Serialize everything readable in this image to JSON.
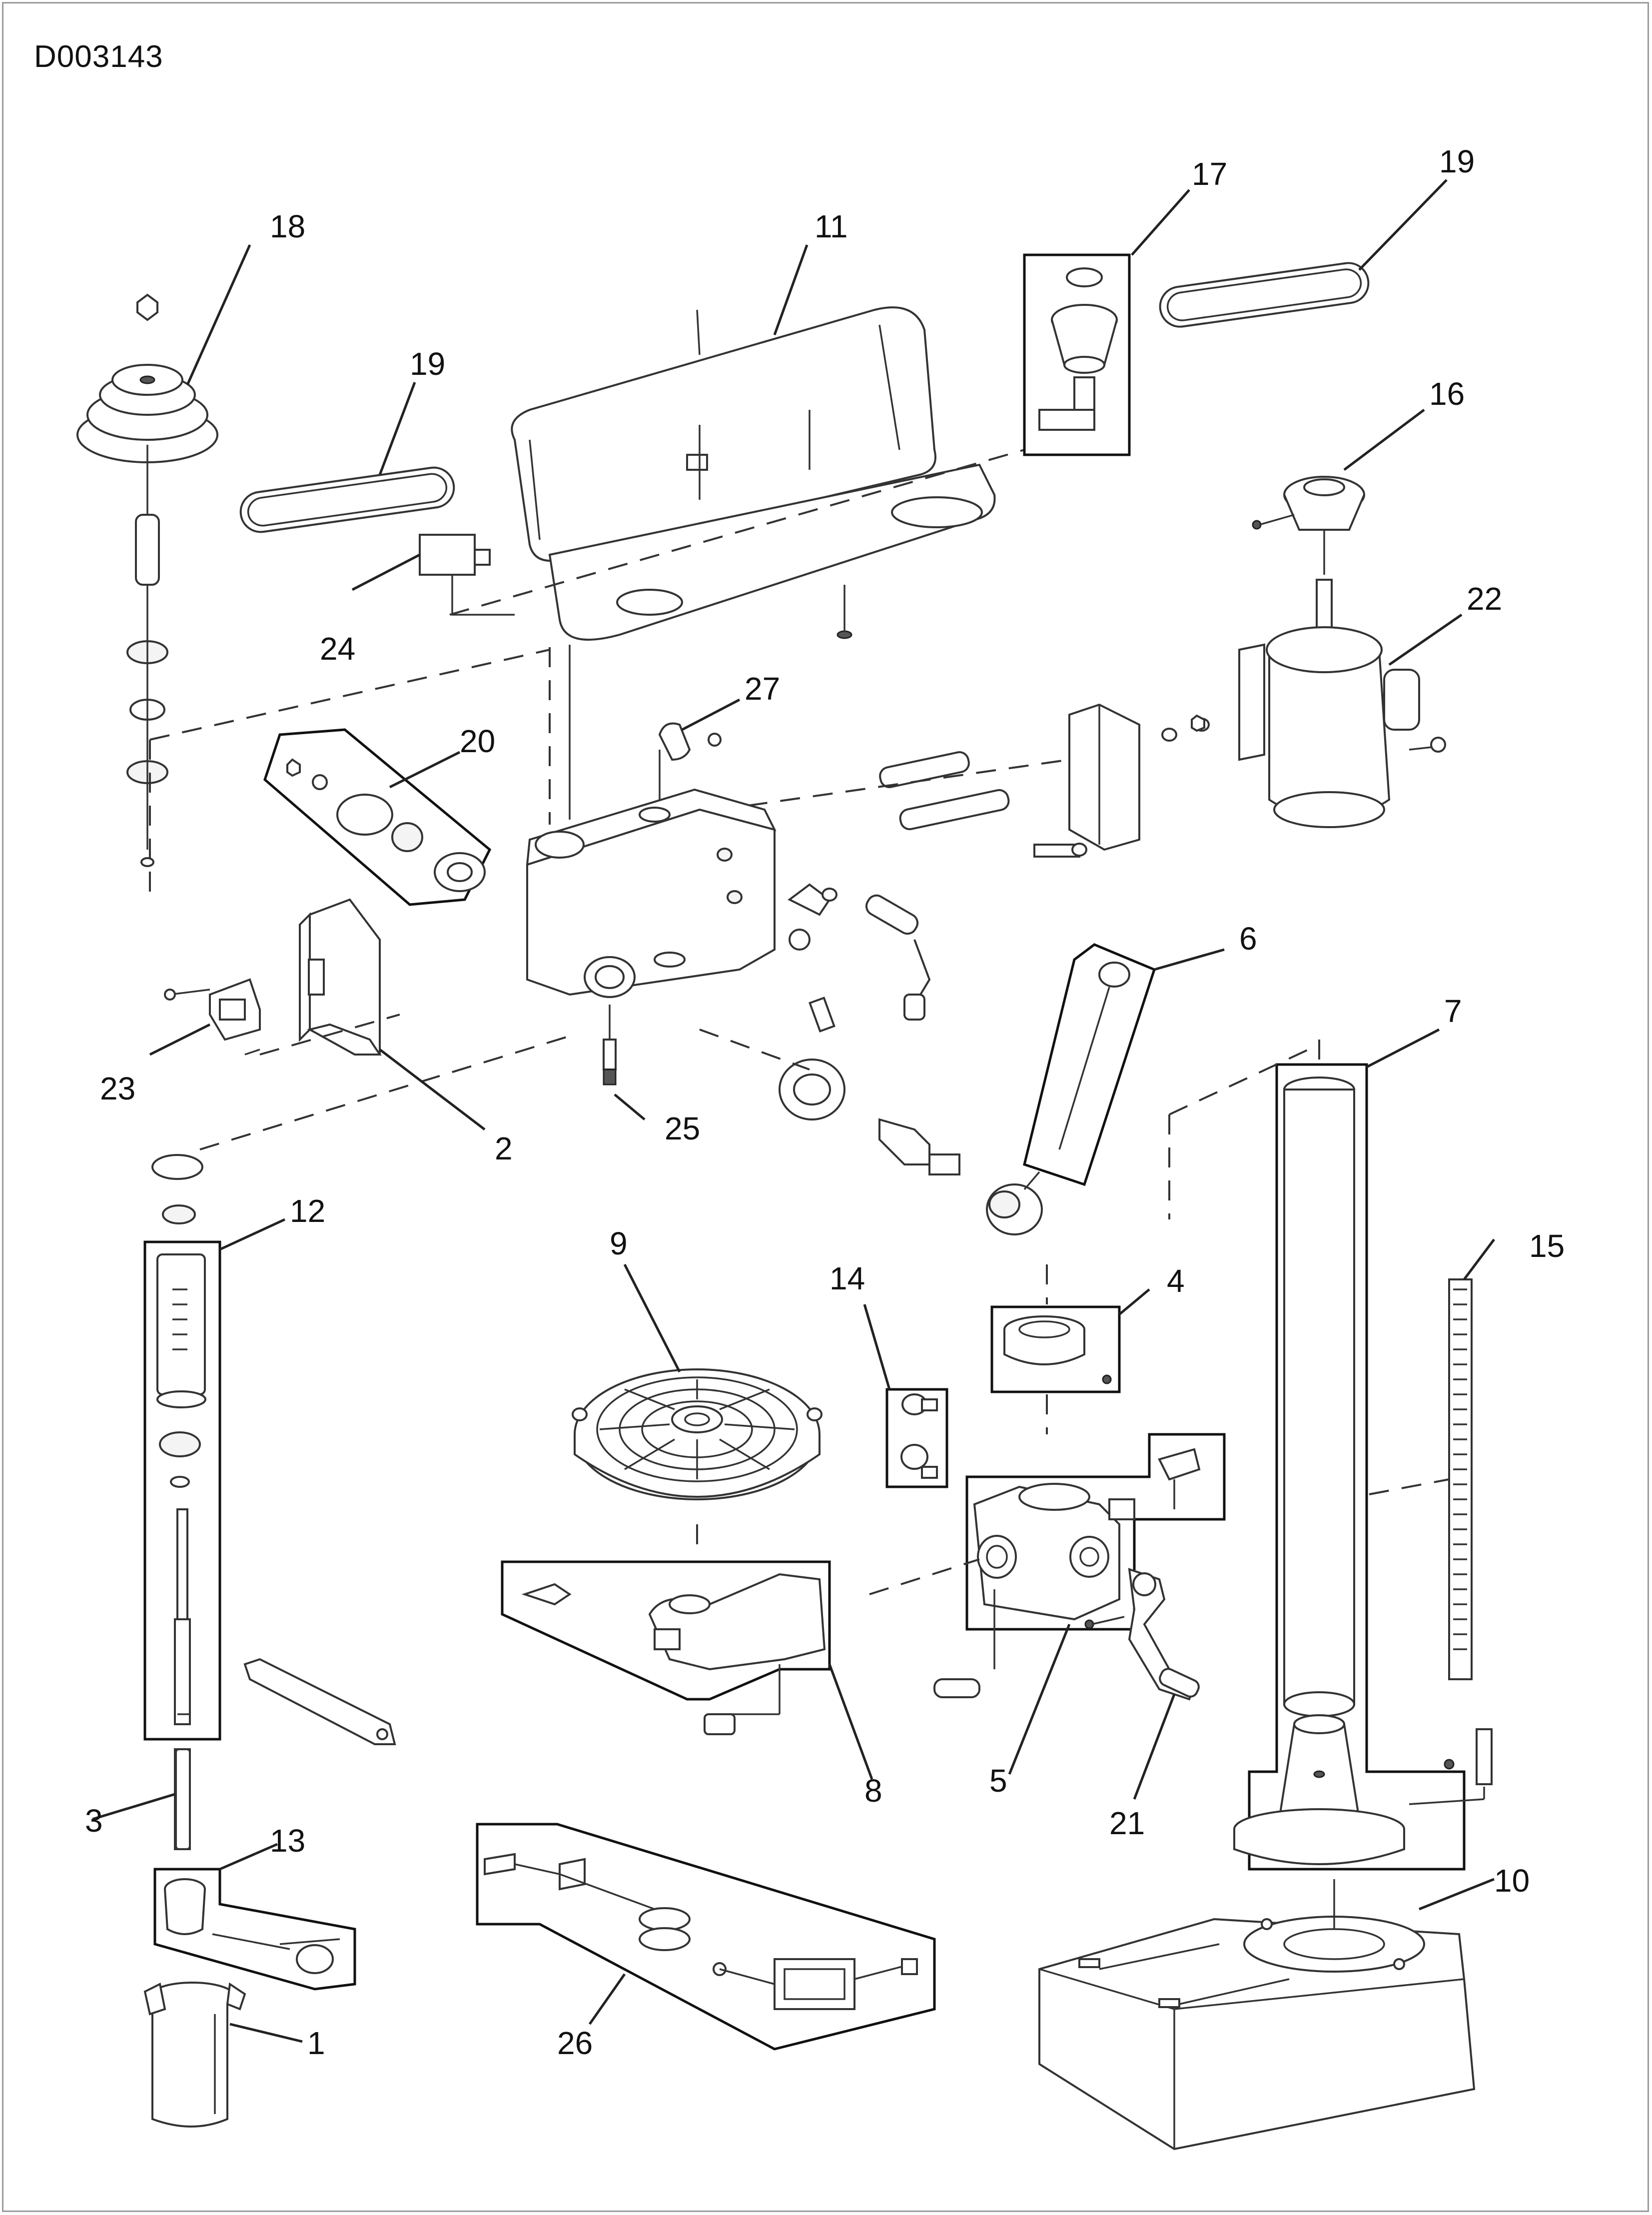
{
  "document": {
    "id": "D003143"
  },
  "parts": {
    "p1": "1",
    "p2": "2",
    "p3": "3",
    "p4": "4",
    "p5": "5",
    "p6": "6",
    "p7": "7",
    "p8": "8",
    "p9": "9",
    "p10": "10",
    "p11": "11",
    "p12": "12",
    "p13": "13",
    "p14": "14",
    "p15": "15",
    "p16": "16",
    "p17": "17",
    "p18": "18",
    "p19a": "19",
    "p19b": "19",
    "p20": "20",
    "p21": "21",
    "p22": "22",
    "p23": "23",
    "p24": "24",
    "p25": "25",
    "p26": "26",
    "p27": "27"
  }
}
